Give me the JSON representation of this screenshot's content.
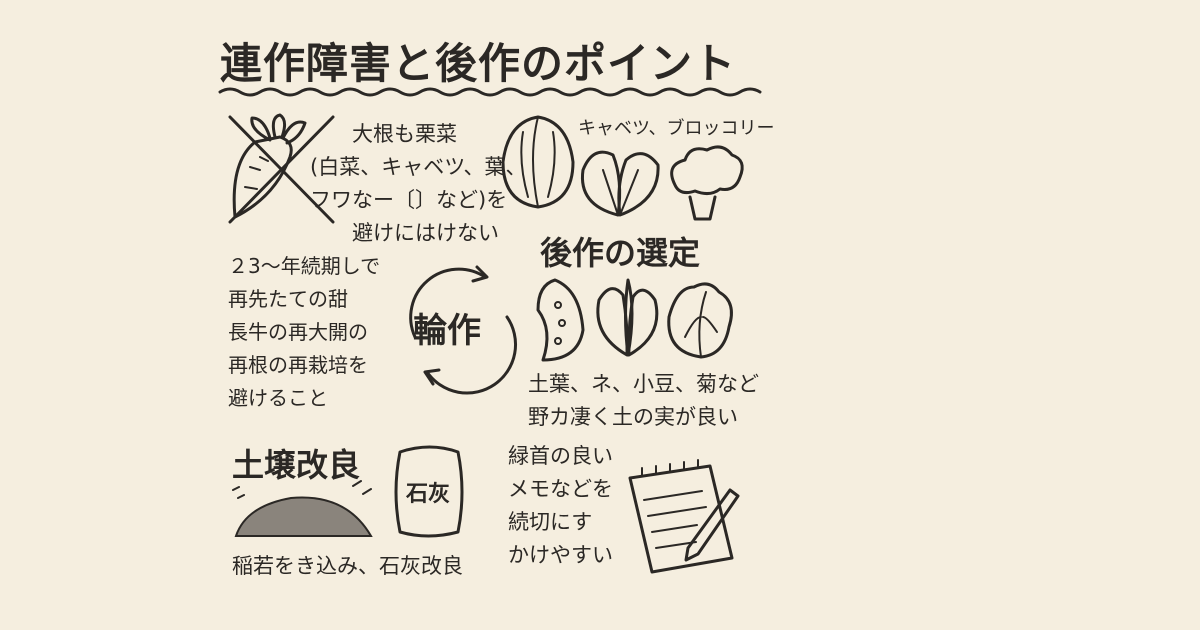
{
  "title": "連作障害と後作のポイント",
  "warning": {
    "lines": [
      "大根も栗菜",
      "(白菜、キャベツ、葉、",
      "フワなー〔〕など)を",
      "避けにはけない"
    ]
  },
  "brassica_label": "キャベツ、ブロッコリー",
  "rotation": {
    "lines": [
      "２3〜年続期しで",
      "再先たての甜",
      "長牛の再大開の",
      "再根の再栽培を",
      "避けること"
    ],
    "center_label": "輪作"
  },
  "successor": {
    "heading": "後作の選定",
    "lines": [
      "土葉、ネ、小豆、菊など",
      "野カ凄く土の実が良い"
    ]
  },
  "soil": {
    "heading": "土壌改良",
    "bag_label": "石灰",
    "caption": "稲若をき込み、石灰改良"
  },
  "notes": {
    "lines": [
      "緑首の良い",
      "メモなどを",
      "続切にす",
      "かけやすい"
    ]
  }
}
